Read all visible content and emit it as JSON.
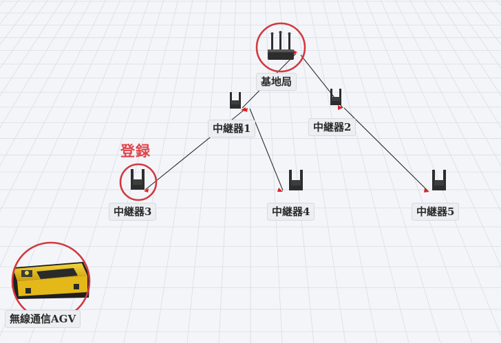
{
  "nodes": {
    "base_station": {
      "label": "基地局"
    },
    "relay1": {
      "label": "中継器1"
    },
    "relay2": {
      "label": "中継器2"
    },
    "relay3": {
      "label": "中継器3"
    },
    "relay4": {
      "label": "中継器4"
    },
    "relay5": {
      "label": "中継器5"
    },
    "agv": {
      "label": "無線通信AGV"
    }
  },
  "annotation": {
    "text": "登録"
  },
  "colors": {
    "highlight": "#d2383e",
    "annotation": "#e0454c",
    "link": "#2b2b2b",
    "arrow": "#e02020",
    "device": "#2d2d2d",
    "agv_body": "#e8c21a",
    "grid": "#d9dde5"
  },
  "icons": {
    "base_station": "router-icon",
    "relay": "repeater-icon",
    "agv": "agv-icon"
  }
}
